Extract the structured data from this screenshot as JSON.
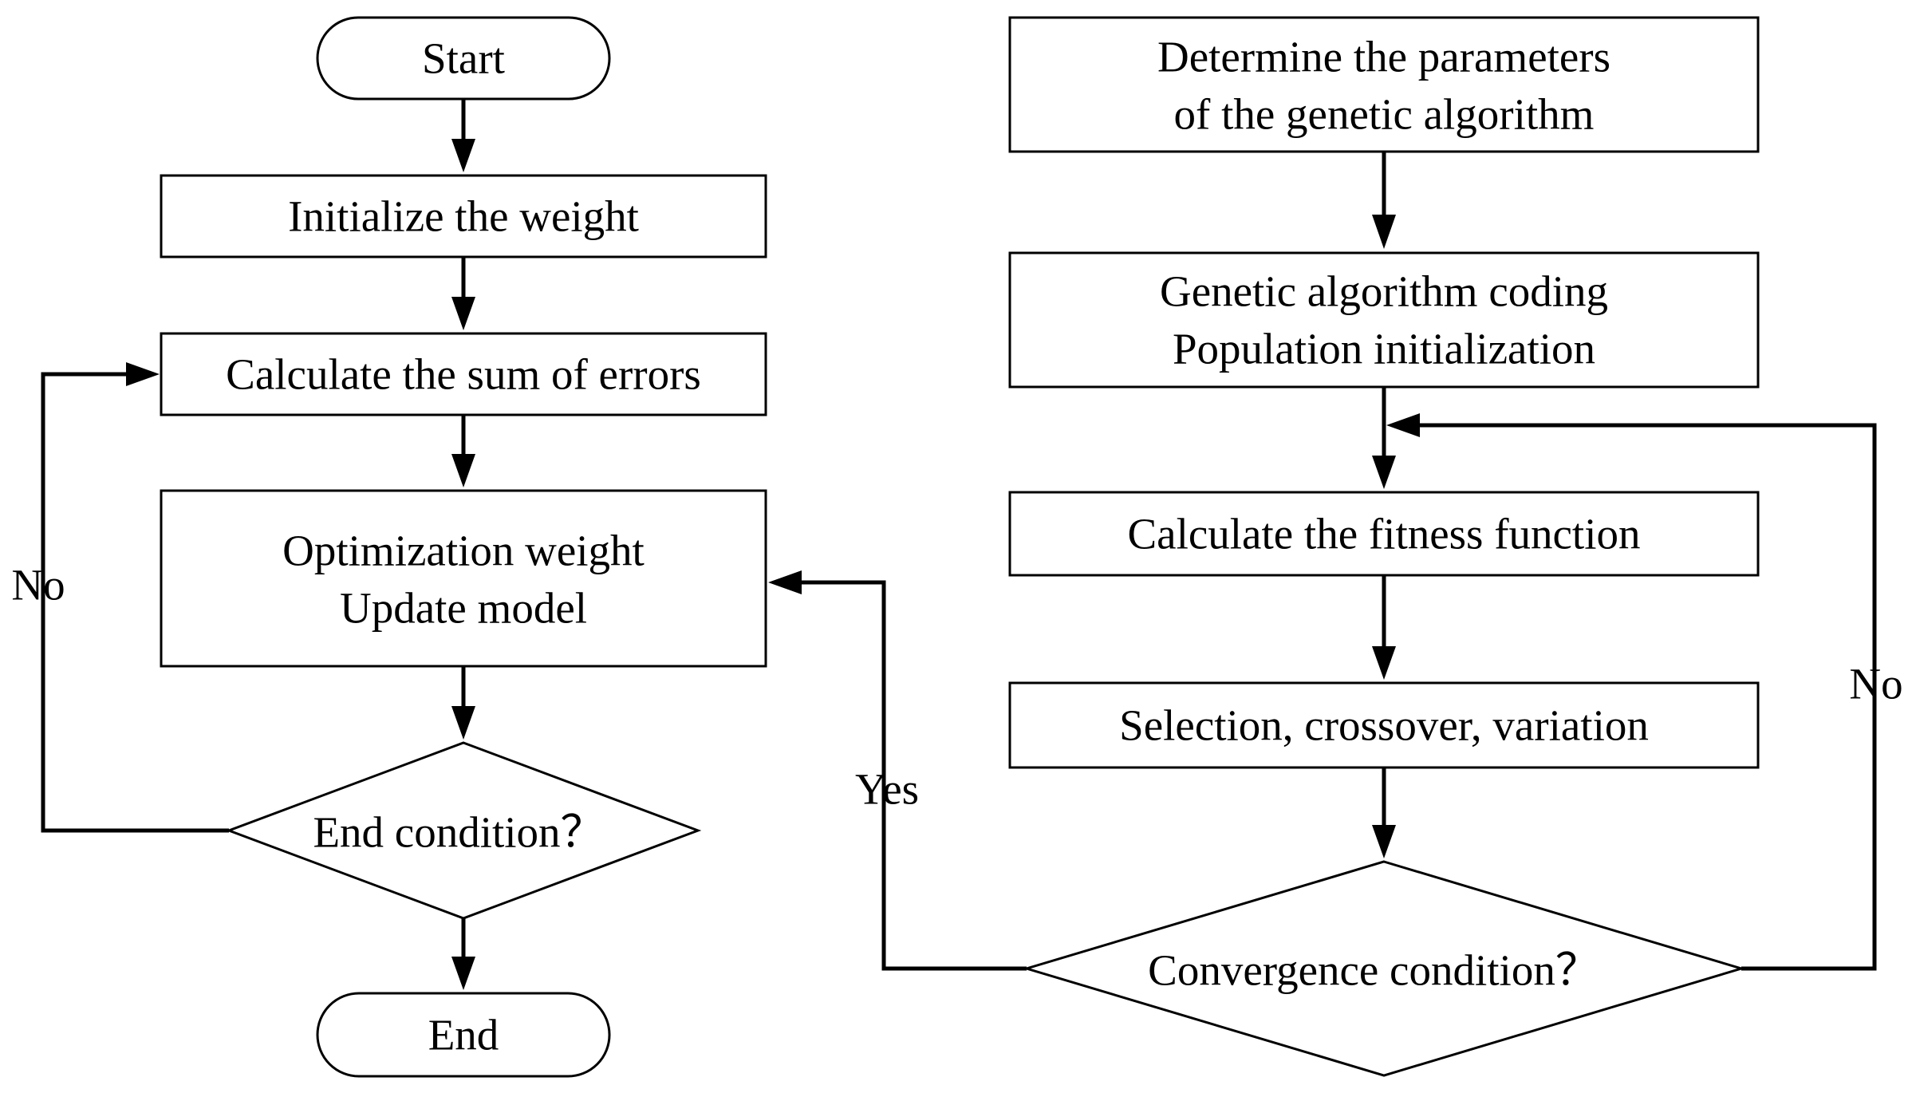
{
  "left_flow": {
    "start": "Start",
    "init_weight": "Initialize the weight",
    "calc_errors": "Calculate the sum of errors",
    "optimize": [
      "Optimization weight",
      "Update model"
    ],
    "end_condition": "End condition？",
    "no_label": "No",
    "end": "End"
  },
  "right_flow": {
    "determine_params": [
      "Determine the parameters",
      "of the genetic algorithm"
    ],
    "coding": [
      "Genetic algorithm coding",
      "Population initialization"
    ],
    "fitness": "Calculate the fitness function",
    "selection": "Selection, crossover, variation",
    "convergence": "Convergence condition？",
    "yes_label": "Yes",
    "no_label": "No"
  }
}
